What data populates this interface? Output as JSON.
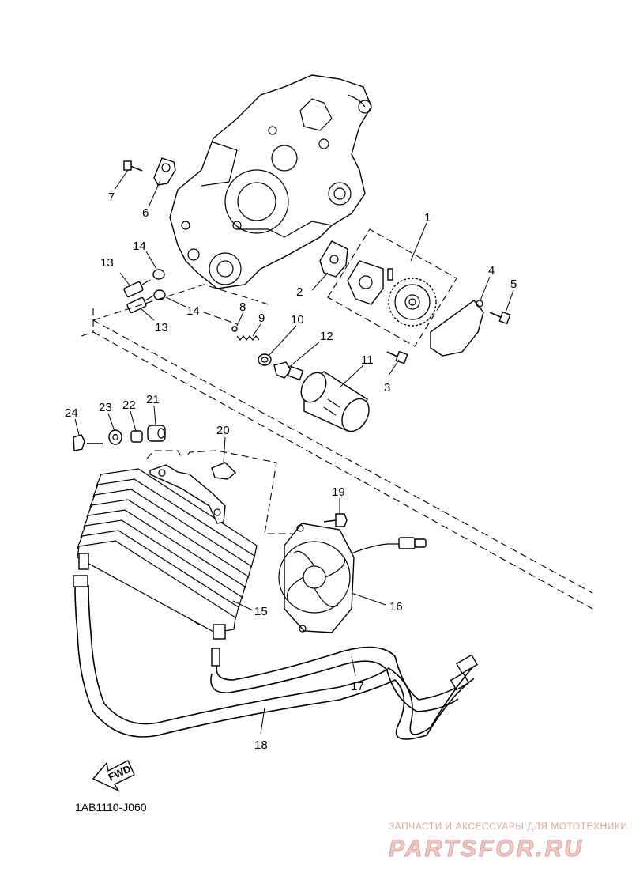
{
  "diagram_code": "1AB1110-J060",
  "fwd_label": "FWD",
  "watermark": {
    "tagline": "ЗАПЧАСТИ И АКСЕССУАРЫ ДЛЯ МОТОТЕХНИКИ",
    "brand": "PARTSFOR.RU"
  },
  "callouts": {
    "c1": "1",
    "c2": "2",
    "c3": "3",
    "c4": "4",
    "c5": "5",
    "c6": "6",
    "c7": "7",
    "c8": "8",
    "c9": "9",
    "c10": "10",
    "c11": "11",
    "c12": "12",
    "c13a": "13",
    "c13b": "13",
    "c14a": "14",
    "c14b": "14",
    "c15": "15",
    "c16": "16",
    "c17": "17",
    "c18": "18",
    "c19": "19",
    "c20": "20",
    "c21": "21",
    "c22": "22",
    "c23": "23",
    "c24": "24"
  }
}
